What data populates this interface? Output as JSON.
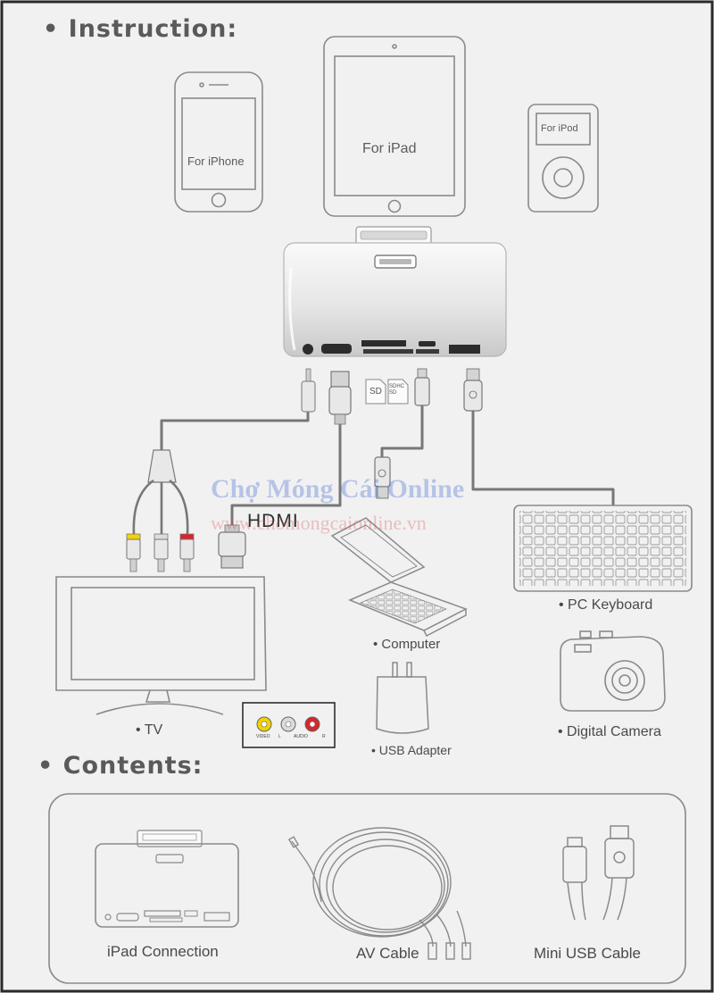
{
  "headings": {
    "instruction": "• Instruction:",
    "contents": "• Contents:"
  },
  "devices": {
    "iphone": "For iPhone",
    "ipad": "For iPad",
    "ipod": "For iPod"
  },
  "ports": {
    "sd": "SD",
    "sdhc": "SDHC SD",
    "hdmi": "HDMI"
  },
  "outputs": {
    "tv": "• TV",
    "computer": "• Computer",
    "usb_adapter": "• USB Adapter",
    "pc_keyboard": "• PC Keyboard",
    "digital_camera": "• Digital Camera"
  },
  "av_panel": {
    "video": "VIDEO",
    "l": "L",
    "audio": "AUDIO",
    "r": "R"
  },
  "contents": {
    "ipad_connection": "iPad Connection",
    "av_cable": "AV Cable",
    "mini_usb_cable": "Mini USB Cable"
  },
  "watermark": {
    "name": "Chợ Móng Cái Online",
    "url": "www.chomongcaionline.vn"
  },
  "colors": {
    "background": "#f1f1f1",
    "line": "#6a6a6a",
    "cable": "#7a7a7a",
    "rca_yellow": "#f2d200",
    "rca_white": "#dcdcdc",
    "rca_red": "#d8262b"
  }
}
